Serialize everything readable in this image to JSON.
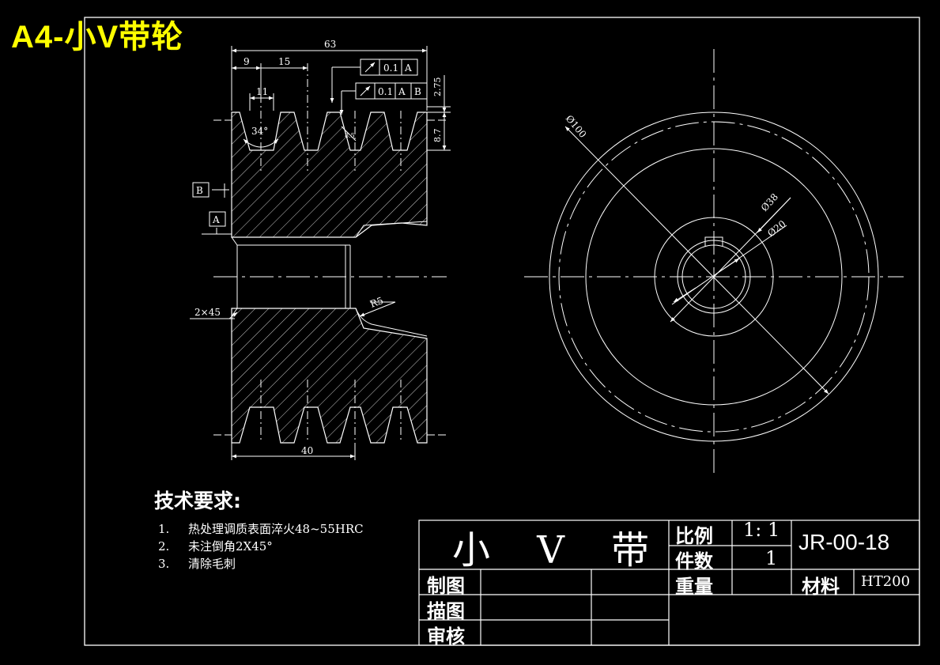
{
  "sheet": {
    "headline": "A4-小V带轮"
  },
  "dims": {
    "d63": "63",
    "d9": "9",
    "d15": "15",
    "d11": "11",
    "d275": "2.75",
    "d87": "8.7",
    "angle": "34°",
    "d85": "8.5",
    "d40": "40",
    "chamfer": "2×45",
    "r5": "R5",
    "dia100": "Ø100",
    "dia38": "Ø38",
    "dia20": "Ø20"
  },
  "tolerances": {
    "t1": {
      "value": "0.1",
      "datum": "A"
    },
    "t2": {
      "value": "0.1",
      "datum1": "A",
      "datum2": "B"
    }
  },
  "datums": {
    "a": "A",
    "b": "B"
  },
  "tech": {
    "title": "技术要求:",
    "items": [
      {
        "n": "1.",
        "text": "热处理调质表面淬火48~55HRC"
      },
      {
        "n": "2.",
        "text": "未注倒角2X45°"
      },
      {
        "n": "3.",
        "text": "清除毛刺"
      }
    ]
  },
  "title_block": {
    "part_name": "小 V 带",
    "ratio_label": "比例",
    "ratio_value": "1: 1",
    "qty_label": "件数",
    "qty_value": "1",
    "weight_label": "重量",
    "drawing_no": "JR-00-18",
    "material_label": "材料",
    "material_value": "HT200",
    "drawn": "制图",
    "traced": "描图",
    "checked": "审核"
  },
  "colors": {
    "line": "#ffffff",
    "headline": "#ffff00",
    "background": "#000000"
  }
}
